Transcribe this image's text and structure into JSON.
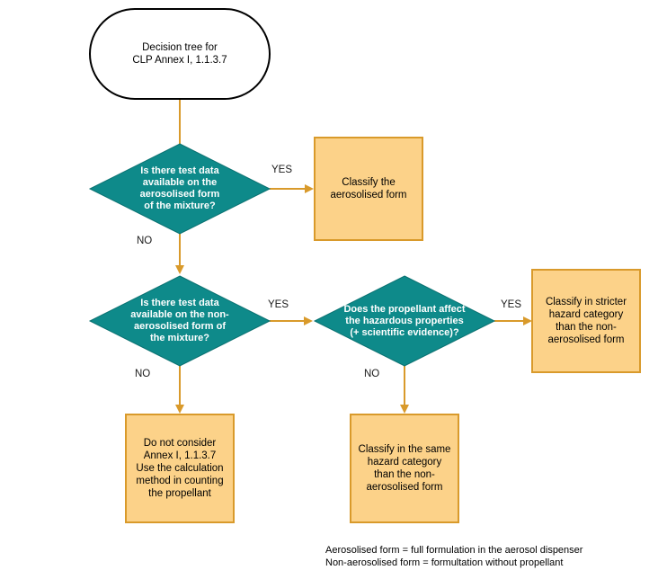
{
  "start": {
    "lines": [
      "Decision tree for",
      "CLP Annex I, 1.1.3.7"
    ]
  },
  "decision1": {
    "lines": [
      "Is there test data",
      "available on the",
      "aerosolised form",
      "of the mixture?"
    ]
  },
  "decision2": {
    "lines": [
      "Is there test data",
      "available on the non-",
      "aerosolised form of",
      "the mixture?"
    ]
  },
  "decision3": {
    "lines": [
      "Does the propellant affect",
      "the hazardous properties",
      "(+ scientific evidence)?"
    ]
  },
  "box_aerosolised": {
    "lines": [
      "Classify the",
      "aerosolised form"
    ]
  },
  "box_not_consider": {
    "lines": [
      "Do not consider",
      "Annex I, 1.1.3.7",
      "Use the calculation",
      "method in counting",
      "the propellant"
    ]
  },
  "box_stricter": {
    "lines": [
      "Classify in stricter",
      "hazard category",
      "than the non-",
      "aerosolised form"
    ]
  },
  "box_same": {
    "lines": [
      "Classify in the same",
      "hazard category",
      "than the non-",
      "aerosolised form"
    ]
  },
  "labels": {
    "yes1": "YES",
    "no1": "NO",
    "yes2": "YES",
    "no2": "NO",
    "yes3": "YES",
    "no3": "NO"
  },
  "legend": {
    "line1": "Aerosolised form = full formulation in the aerosol dispenser",
    "line2": "Non-aerosolised form = formultation without propellant"
  },
  "colors": {
    "decision_fill": "#0e8a8a",
    "box_fill": "#fcd289",
    "box_border": "#d99a2b",
    "connector": "#d99a2b"
  }
}
